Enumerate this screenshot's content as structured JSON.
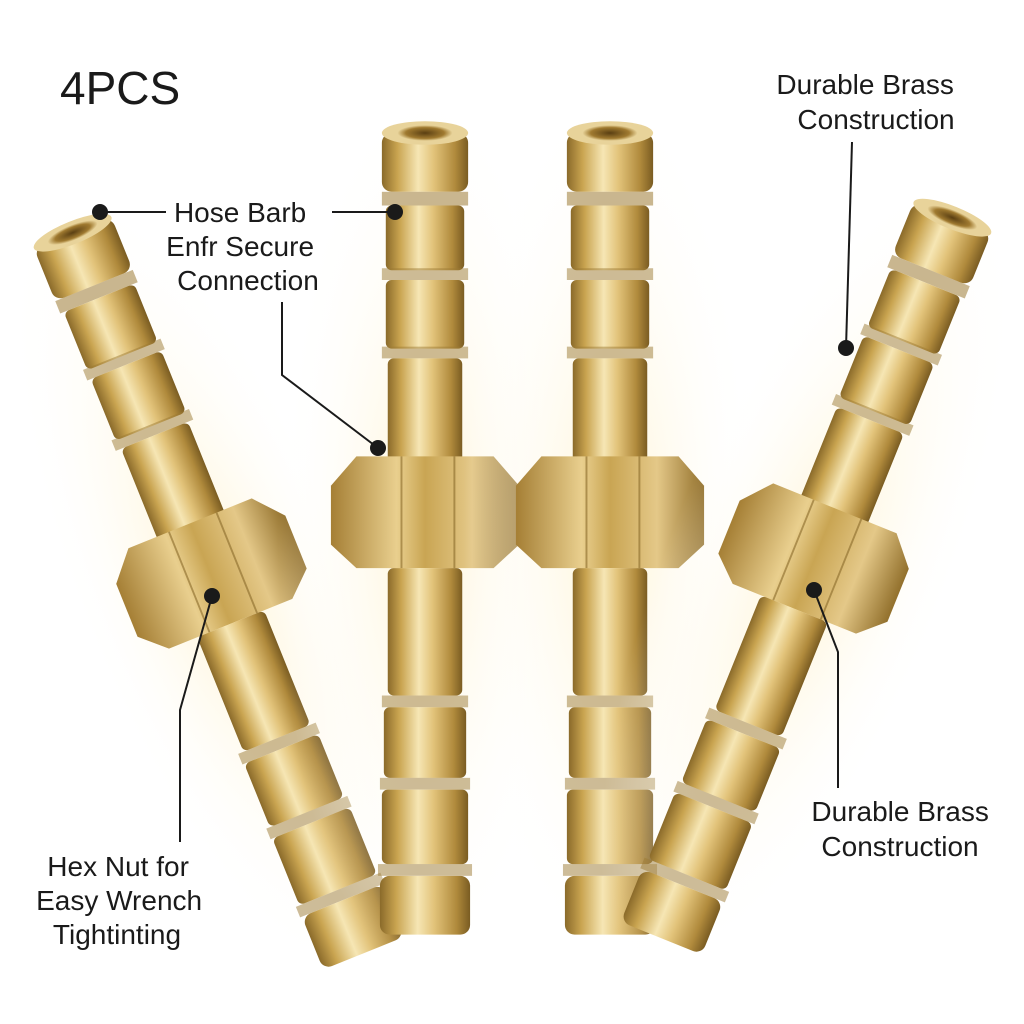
{
  "badge": {
    "text": "4PCS"
  },
  "callouts": {
    "hose_barb": {
      "lines": [
        "Hose Barb",
        "Enfr Secure",
        "Connection"
      ]
    },
    "brass_top": {
      "lines": [
        "Durable Brass",
        "Construction"
      ]
    },
    "hex_nut": {
      "lines": [
        "Hex Nut for",
        "Easy Wrench",
        "Tightinting"
      ]
    },
    "brass_bottom": {
      "lines": [
        "Durable Brass",
        "Construction"
      ]
    }
  },
  "product": {
    "name": "brass hex hose barb fitting",
    "count": 4,
    "material_color": "#d8b560"
  },
  "colors": {
    "line": "#1a1a1a",
    "dot": "#1a1a1a",
    "background": "#ffffff"
  }
}
